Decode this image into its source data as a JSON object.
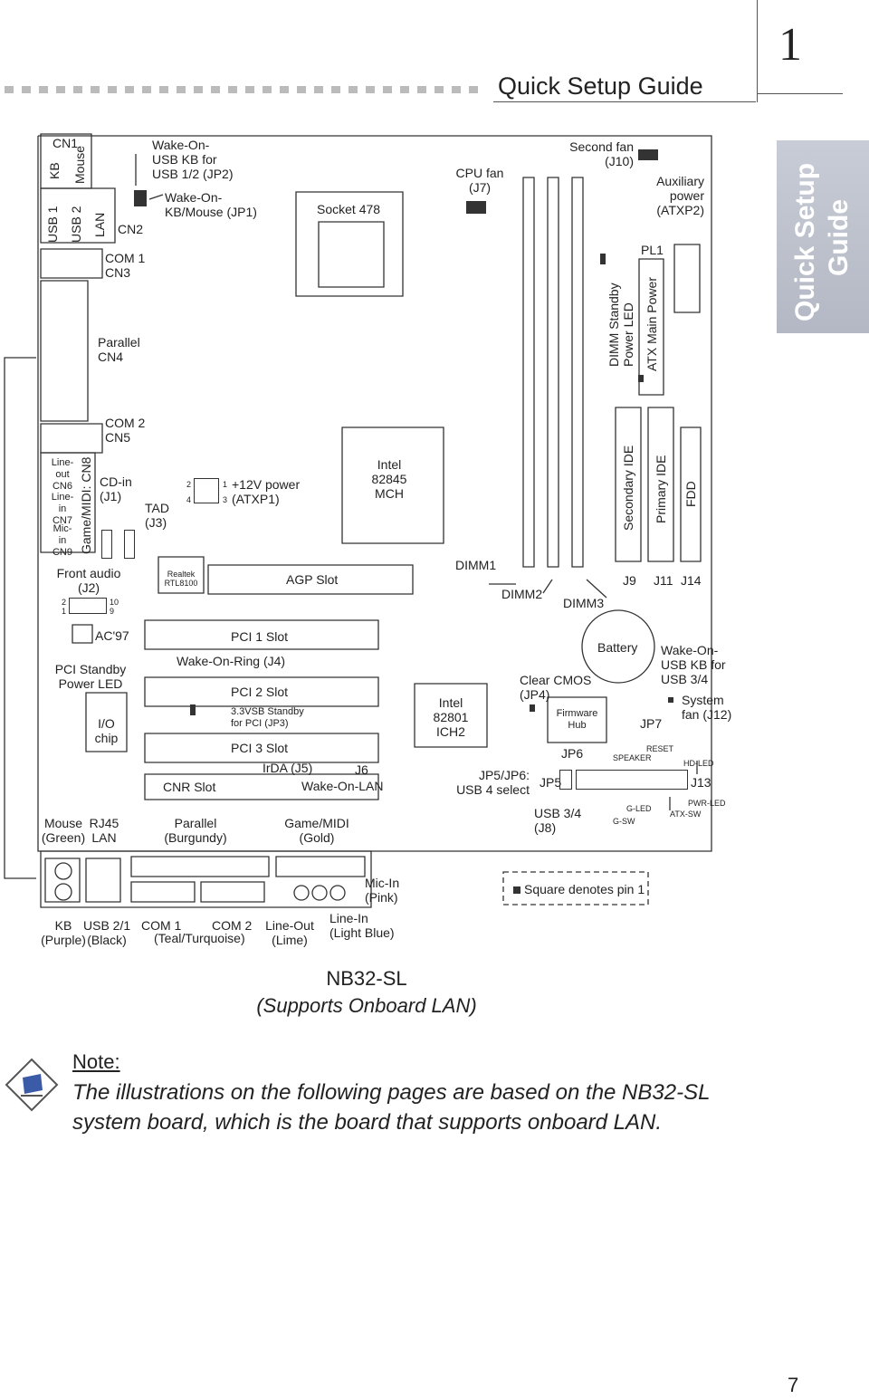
{
  "header": {
    "title": "Quick Setup Guide",
    "chapter_number": "1",
    "side_tab_line1": "Quick Setup",
    "side_tab_line2": "Guide"
  },
  "diagram": {
    "rear_top": {
      "cn1": "CN1",
      "kb": "KB",
      "mouse": "Mouse",
      "usb1": "USB 1",
      "usb2": "USB 2",
      "lan": "LAN",
      "cn2": "CN2",
      "com1": "COM 1",
      "cn3": "CN3",
      "parallel": "Parallel",
      "cn4": "CN4",
      "com2": "COM 2",
      "cn5": "CN5"
    },
    "jumpers": {
      "jp2": [
        "Wake-On-",
        "USB KB for",
        "USB 1/2 (JP2)"
      ],
      "jp1": [
        "Wake-On-",
        "KB/Mouse (JP1)"
      ],
      "cpu_fan": [
        "CPU fan",
        "(J7)"
      ],
      "second_fan": [
        "Second fan",
        "(J10)"
      ],
      "aux_power": [
        "Auxiliary",
        "power",
        "(ATXP2)"
      ],
      "pl1": "PL1",
      "dimm_standby": [
        "DIMM Standby",
        "Power LED"
      ],
      "atx_main": "ATX Main Power",
      "atxp1": [
        "+12V power",
        "(ATXP1)"
      ],
      "tad": [
        "TAD",
        "(J3)"
      ],
      "cd_in": [
        "CD-in",
        "(J1)"
      ],
      "front_audio": [
        "Front audio",
        "(J2)"
      ],
      "pci_standby": [
        "PCI Standby",
        "Power LED"
      ],
      "jp4": "Wake-On-Ring (J4)",
      "jp3": [
        "3.3VSB Standby",
        "for PCI (JP3)"
      ],
      "irda": "IrDA (J5)",
      "j6": "J6",
      "wol": "Wake-On-LAN",
      "clear_cmos": [
        "Clear CMOS",
        "(JP4)"
      ],
      "battery": "Battery",
      "firmware_hub": [
        "Firmware",
        "Hub"
      ],
      "jp6": "JP6",
      "jp5": "JP5",
      "jp5jp6": [
        "JP5/JP6:",
        "USB 4 select"
      ],
      "usb34": [
        "USB 3/4",
        "(J8)"
      ],
      "jp7": "JP7",
      "wake_usb34": [
        "Wake-On-",
        "USB KB for",
        "USB 3/4"
      ],
      "sys_fan": [
        "System",
        "fan (J12)"
      ],
      "speaker": "SPEAKER",
      "reset": "RESET",
      "hd_led": "HD-LED",
      "j13": "J13",
      "g_led": "G-LED",
      "g_sw": "G-SW",
      "pwr_led": "PWR-LED",
      "atx_sw": "ATX-SW",
      "pin2": "2",
      "pin1": "1",
      "pin4": "4",
      "pin3": "3",
      "pin10": "10",
      "pin9": "9"
    },
    "audio_block": {
      "line_out": [
        "Line-",
        "out",
        "CN6"
      ],
      "line_in": [
        "Line-",
        "in",
        "CN7"
      ],
      "mic_in": [
        "Mic-",
        "in",
        "CN9"
      ],
      "game_midi": "Game/MIDI: CN8"
    },
    "chips": {
      "socket": "Socket 478",
      "mch": [
        "Intel",
        "82845",
        "MCH"
      ],
      "realtek": [
        "Realtek",
        "RTL8100"
      ],
      "ac97": "AC'97",
      "io_chip": [
        "I/O",
        "chip"
      ],
      "ich2": [
        "Intel",
        "82801",
        "ICH2"
      ]
    },
    "slots": {
      "agp": "AGP Slot",
      "pci1": "PCI 1 Slot",
      "pci2": "PCI 2 Slot",
      "pci3": "PCI 3 Slot",
      "cnr": "CNR Slot",
      "dimm1": "DIMM1",
      "dimm2": "DIMM2",
      "dimm3": "DIMM3",
      "secondary_ide": "Secondary IDE",
      "primary_ide": "Primary IDE",
      "fdd": "FDD",
      "j9": "J9",
      "j11": "J11",
      "j14": "J14"
    },
    "rear_panel": {
      "mouse": [
        "Mouse",
        "(Green)"
      ],
      "rj45": [
        "RJ45",
        "LAN"
      ],
      "parallel": [
        "Parallel",
        "(Burgundy)"
      ],
      "game": [
        "Game/MIDI",
        "(Gold)"
      ],
      "mic_in": [
        "Mic-In",
        "(Pink)"
      ],
      "kb": [
        "KB",
        "(Purple)"
      ],
      "usb21": [
        "USB 2/1",
        "(Black)"
      ],
      "com1": "COM 1",
      "com2": "COM 2",
      "teal": "(Teal/Turquoise)",
      "line_out": [
        "Line-Out",
        "(Lime)"
      ],
      "line_in": [
        "Line-In",
        "(Light Blue)"
      ],
      "legend": "Square denotes pin 1"
    }
  },
  "model": {
    "name": "NB32-SL",
    "subtitle": "(Supports Onboard LAN)"
  },
  "note": {
    "label": "Note:",
    "line1": "The illustrations on the following pages are based on the NB32-SL",
    "line2": "system board, which is the board that supports onboard LAN."
  },
  "page_number": "7"
}
